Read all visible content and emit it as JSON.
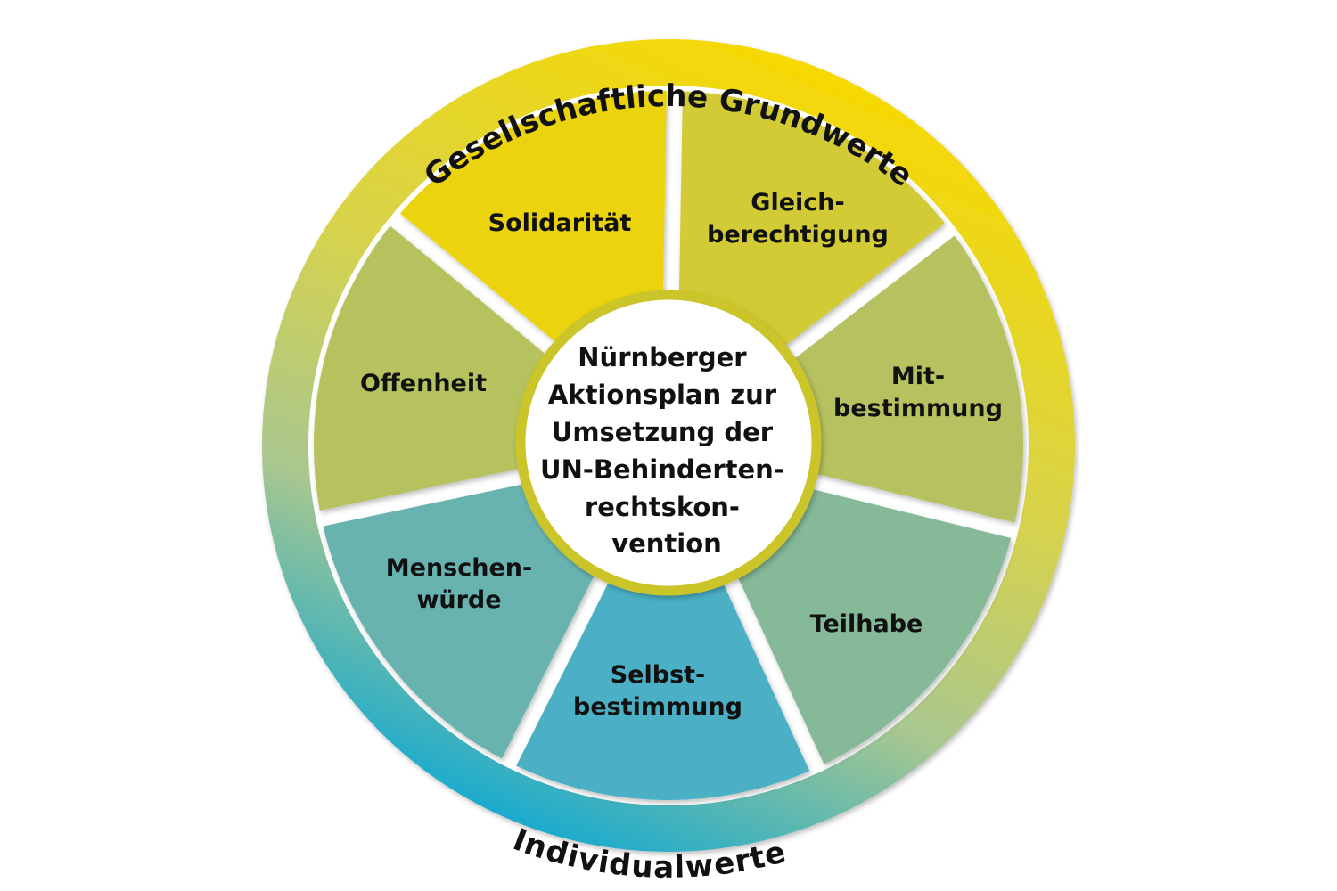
{
  "outer_ring": {
    "top_label": "Gesellschaftliche Grundwerte",
    "bottom_label": "Individualwerte",
    "gradient_colors": [
      "#f7d900",
      "#d8d34a",
      "#a9c78f",
      "#12a9d2"
    ]
  },
  "center": {
    "lines": [
      "Nürnberger",
      "Aktionsplan zur",
      "Umsetzung der",
      "UN-Behinderten-",
      "rechtskon-",
      "vention"
    ],
    "border_color": "#cbc52c"
  },
  "segments": [
    {
      "lines": [
        "Gleich-",
        "berechtigung"
      ],
      "color": "#d3cb36"
    },
    {
      "lines": [
        "Mit-",
        "bestimmung"
      ],
      "color": "#b6c15e"
    },
    {
      "lines": [
        "Teilhabe"
      ],
      "color": "#85b998"
    },
    {
      "lines": [
        "Selbst-",
        "bestimmung"
      ],
      "color": "#4cb0c5"
    },
    {
      "lines": [
        "Menschen-",
        "würde"
      ],
      "color": "#67b3b0"
    },
    {
      "lines": [
        "Offenheit"
      ],
      "color": "#b5c25d"
    },
    {
      "lines": [
        "Solidarität"
      ],
      "color": "#ebd407"
    }
  ]
}
